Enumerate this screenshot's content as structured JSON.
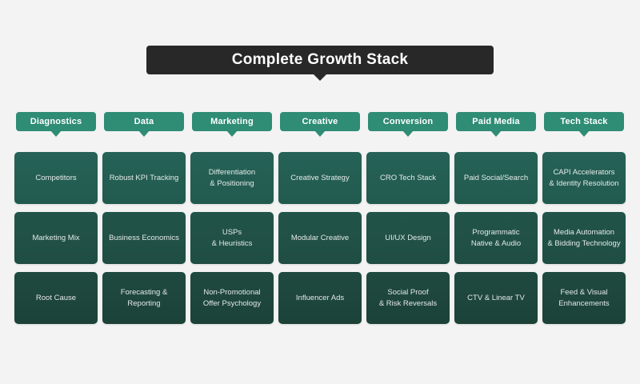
{
  "title": "Complete Growth Stack",
  "colors": {
    "background": "#f3f3f3",
    "title_banner": "#282828",
    "header_teal": "#2f8c75",
    "row0_top": "#266257",
    "row0_bottom": "#225a4e",
    "row1_top": "#22544a",
    "row1_bottom": "#1f4d43",
    "row2_top": "#1f4a40",
    "row2_bottom": "#1c4238",
    "text_on_dark": "#ffffff"
  },
  "columns": [
    {
      "header": "Diagnostics",
      "cells": [
        "Competitors",
        "Marketing Mix",
        "Root Cause"
      ]
    },
    {
      "header": "Data",
      "cells": [
        "Robust KPI Tracking",
        "Business Economics",
        "Forecasting & Reporting"
      ]
    },
    {
      "header": "Marketing",
      "cells": [
        "Differentiation\n& Positioning",
        "USPs\n& Heuristics",
        "Non-Promotional\nOffer Psychology"
      ]
    },
    {
      "header": "Creative",
      "cells": [
        "Creative Strategy",
        "Modular Creative",
        "Influencer Ads"
      ]
    },
    {
      "header": "Conversion",
      "cells": [
        "CRO Tech Stack",
        "UI/UX Design",
        "Social Proof\n& Risk Reversals"
      ]
    },
    {
      "header": "Paid Media",
      "cells": [
        "Paid Social/Search",
        "Programmatic\nNative & Audio",
        "CTV & Linear TV"
      ]
    },
    {
      "header": "Tech Stack",
      "cells": [
        "CAPI Accelerators\n& Identity Resolution",
        "Media Automation\n& Bidding Technology",
        "Feed & Visual\nEnhancements"
      ]
    }
  ]
}
